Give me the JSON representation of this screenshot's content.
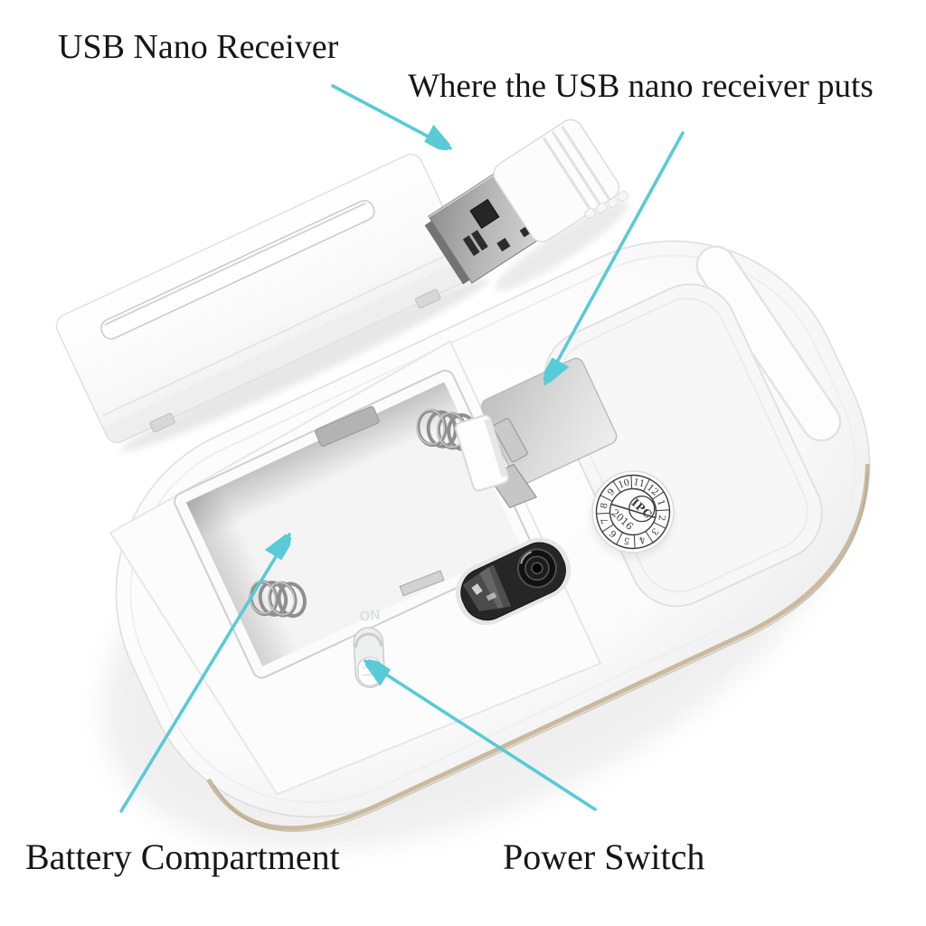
{
  "labels": {
    "usb_nano_receiver": "USB Nano Receiver",
    "receiver_slot": "Where the USB nano receiver puts",
    "battery_compartment": "Battery Compartment",
    "power_switch": "Power Switch"
  },
  "mouse": {
    "power_switch_embossed": "ON",
    "qc_sticker": {
      "brand": "IPC",
      "year": "2016",
      "dial_numbers": [
        "1",
        "2",
        "3",
        "4",
        "5",
        "6",
        "7",
        "8",
        "9",
        "10",
        "11",
        "12"
      ]
    }
  },
  "colors": {
    "arrow_cyan": "#58cbd6",
    "label_text": "#161616",
    "body_rim": "#c7b69a",
    "sticker_ink": "#3a3a3a"
  }
}
